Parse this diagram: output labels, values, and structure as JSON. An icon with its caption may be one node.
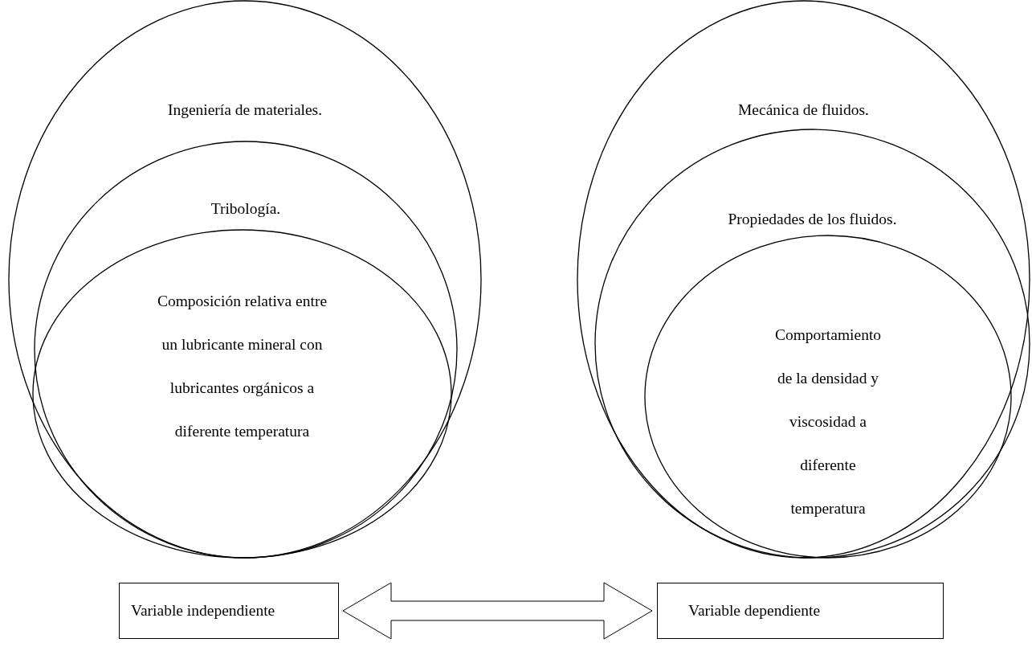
{
  "diagram": {
    "nodes": [
      {
        "text": [
          "Ingeniería de materiales."
        ]
      },
      {
        "text": [
          "Tribología."
        ],
        "in": 0
      },
      {
        "text": [
          "Composición relativa entre un lubricante mineral con lubricantes orgánicos a diferente temperatura"
        ],
        "in": 1
      },
      {
        "text": [
          "Mecánica de fluidos."
        ]
      },
      {
        "text": [
          "Propiedades de los fluidos."
        ],
        "in": 3
      },
      {
        "text": [
          "Comportamiento de la densidad y viscosidad a diferente temperatura"
        ],
        "in": 4
      },
      {
        "text": [
          "Variable independiente"
        ]
      },
      {
        "text": [
          "Variable dependiente"
        ]
      }
    ],
    "edges": [
      {
        "from": 6,
        "to": 7,
        "arrow": "both"
      }
    ]
  }
}
